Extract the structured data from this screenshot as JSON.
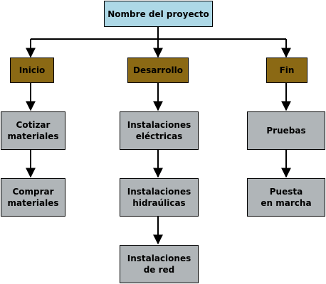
{
  "diagram": {
    "root": {
      "label": "Nombre del proyecto"
    },
    "branches": [
      {
        "label": "Inicio",
        "tasks": [
          {
            "label": "Cotizar\nmateriales"
          },
          {
            "label": "Comprar\nmateriales"
          }
        ]
      },
      {
        "label": "Desarrollo",
        "tasks": [
          {
            "label": "Instalaciones\neléctricas"
          },
          {
            "label": "Instalaciones\nhidraúlicas"
          },
          {
            "label": "Instalaciones\nde red"
          }
        ]
      },
      {
        "label": "Fin",
        "tasks": [
          {
            "label": "Pruebas"
          },
          {
            "label": "Puesta\nen marcha"
          }
        ]
      }
    ]
  },
  "colors": {
    "root_fill": "#add8e6",
    "phase_fill": "#8b6914",
    "task_fill": "#b0b5b8",
    "line": "#000000"
  }
}
